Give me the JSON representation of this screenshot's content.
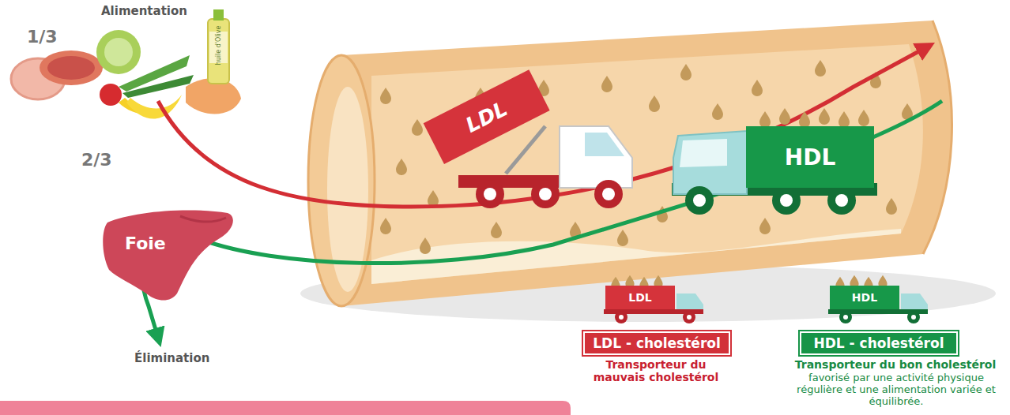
{
  "diagram": {
    "nodes": [
      {
        "text": [
          "Foie"
        ]
      },
      {
        "text": [
          "LDL"
        ]
      },
      {
        "text": [
          "HDL"
        ]
      },
      {
        "text": [
          "LDL"
        ]
      },
      {
        "text": [
          "LDL - cholestérol"
        ]
      },
      {
        "text": [
          "HDL"
        ]
      },
      {
        "text": [
          "HDL - cholestérol"
        ]
      }
    ],
    "labels": [
      "1/3",
      "Alimentation",
      "2/3",
      "huile d'Olive",
      "Élimination",
      "Transporteur du mauvais cholestérol",
      "Transporteur du bon cholestérol",
      "favorisé par une activité physique régulière et une alimentation variée et équilibrée."
    ]
  }
}
